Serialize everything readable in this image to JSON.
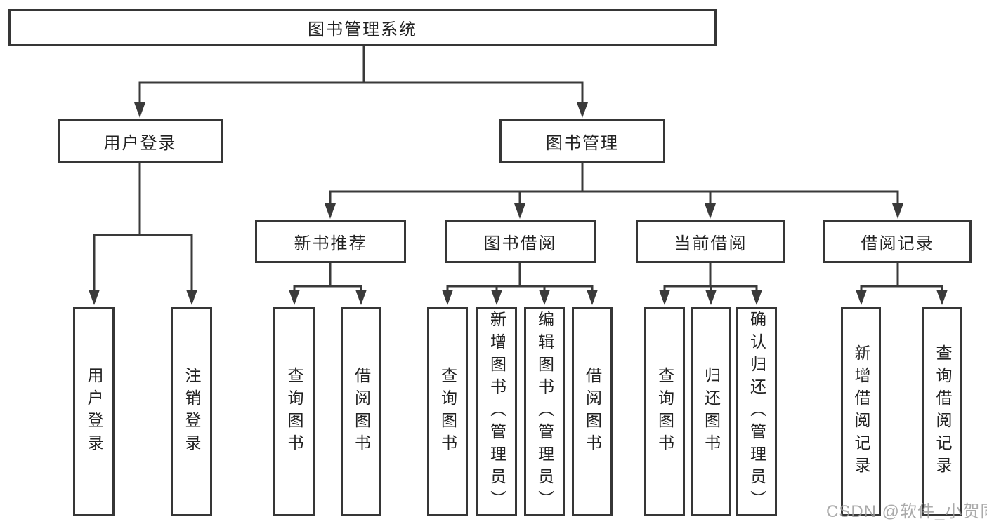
{
  "diagram": {
    "title_node": "root",
    "root": {
      "label": "图书管理系统"
    },
    "branches": [
      {
        "label": "用户登录",
        "leaves": [
          {
            "label": "用户登录"
          },
          {
            "label": "注销登录"
          }
        ]
      },
      {
        "label": "图书管理",
        "groups": [
          {
            "label": "新书推荐",
            "leaves": [
              {
                "label": "查询图书"
              },
              {
                "label": "借阅图书"
              }
            ]
          },
          {
            "label": "图书借阅",
            "leaves": [
              {
                "label": "查询图书"
              },
              {
                "label": "新增图书（管理员）"
              },
              {
                "label": "编辑图书（管理员）"
              },
              {
                "label": "借阅图书"
              }
            ]
          },
          {
            "label": "当前借阅",
            "leaves": [
              {
                "label": "查询图书"
              },
              {
                "label": "归还图书"
              },
              {
                "label": "确认归还（管理员）"
              }
            ]
          },
          {
            "label": "借阅记录",
            "leaves": [
              {
                "label": "新增借阅记录"
              },
              {
                "label": "查询借阅记录"
              }
            ]
          }
        ]
      }
    ]
  },
  "watermark": {
    "text": "CSDN @软件_小贺同学"
  },
  "colors": {
    "line": "#3a3a3a",
    "box_border": "#363636",
    "text": "#222222",
    "watermark": "#9c9c9c",
    "background": "#ffffff"
  }
}
